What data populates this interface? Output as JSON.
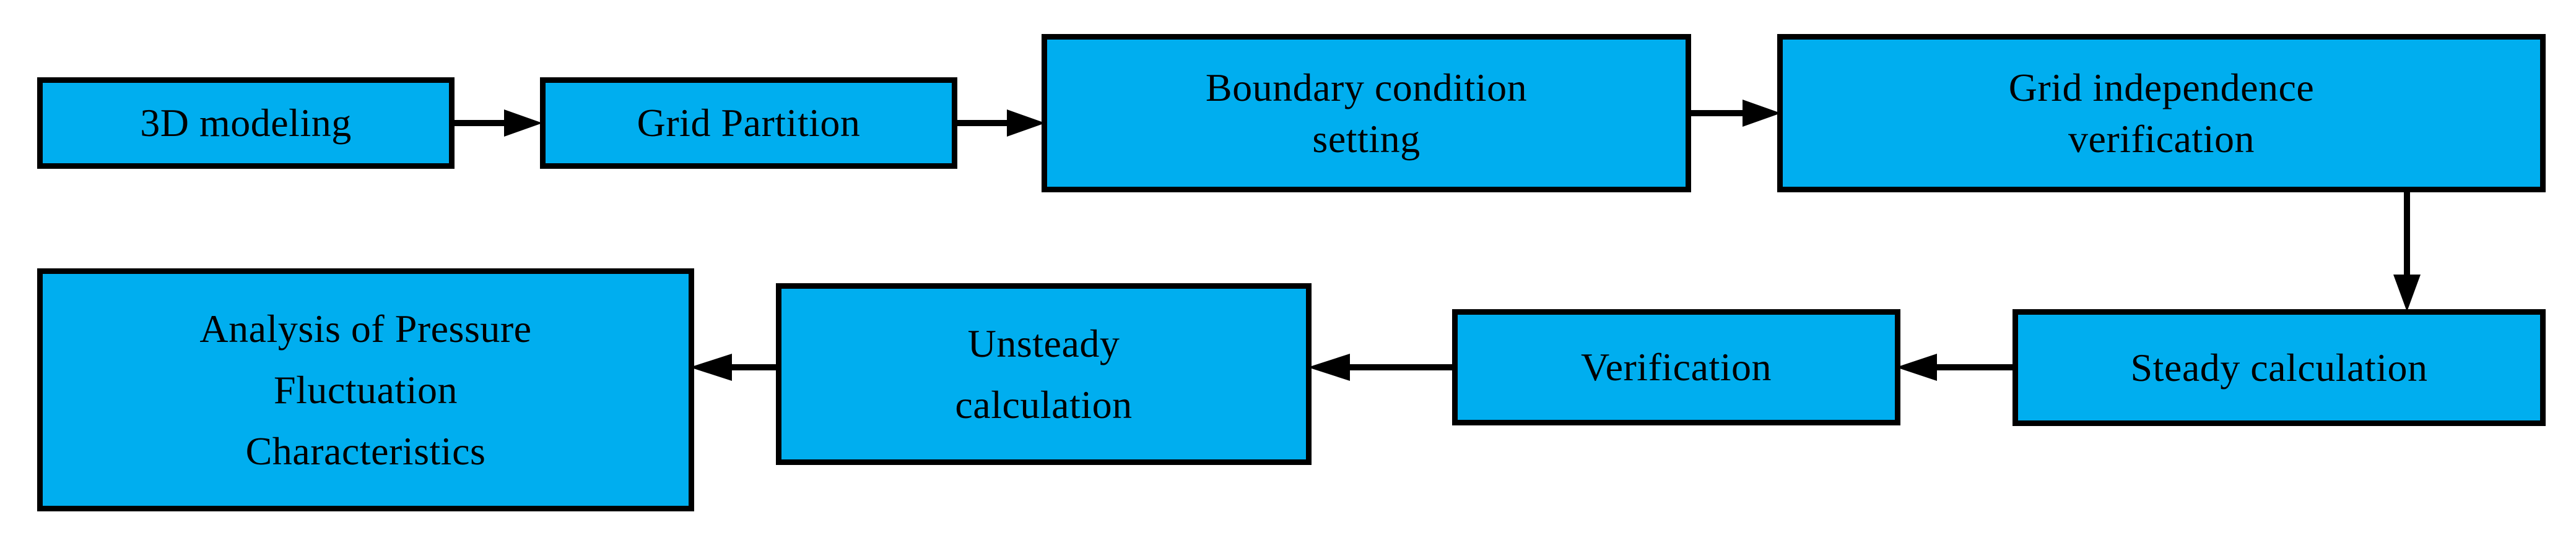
{
  "diagram": {
    "title": "CFD simulation workflow flowchart",
    "colors": {
      "node_fill": "#00AEEF",
      "node_border": "#000000",
      "connector": "#000000",
      "background": "#FFFFFF"
    },
    "nodes": [
      {
        "id": "3d-modeling",
        "label": "3D modeling"
      },
      {
        "id": "grid-partition",
        "label": "Grid Partition"
      },
      {
        "id": "boundary-condition",
        "label": "Boundary condition\nsetting"
      },
      {
        "id": "grid-independence",
        "label": "Grid independence\nverification"
      },
      {
        "id": "steady",
        "label": "Steady calculation"
      },
      {
        "id": "verification",
        "label": "Verification"
      },
      {
        "id": "unsteady",
        "label": "Unsteady\ncalculation"
      },
      {
        "id": "analysis",
        "label": "Analysis of Pressure\nFluctuation\nCharacteristics"
      }
    ],
    "connectors": [
      {
        "id": "arrow-3d-to-grid",
        "from": "3d-modeling",
        "to": "grid-partition",
        "direction": "right"
      },
      {
        "id": "arrow-grid-to-boundary",
        "from": "grid-partition",
        "to": "boundary-condition",
        "direction": "right"
      },
      {
        "id": "arrow-boundary-to-independence",
        "from": "boundary-condition",
        "to": "grid-independence",
        "direction": "right"
      },
      {
        "id": "arrow-independence-to-steady",
        "from": "grid-independence",
        "to": "steady",
        "direction": "down"
      },
      {
        "id": "arrow-steady-to-verification",
        "from": "steady",
        "to": "verification",
        "direction": "left"
      },
      {
        "id": "arrow-verification-to-unsteady",
        "from": "verification",
        "to": "unsteady",
        "direction": "left"
      },
      {
        "id": "arrow-unsteady-to-analysis",
        "from": "unsteady",
        "to": "analysis",
        "direction": "left"
      }
    ]
  }
}
